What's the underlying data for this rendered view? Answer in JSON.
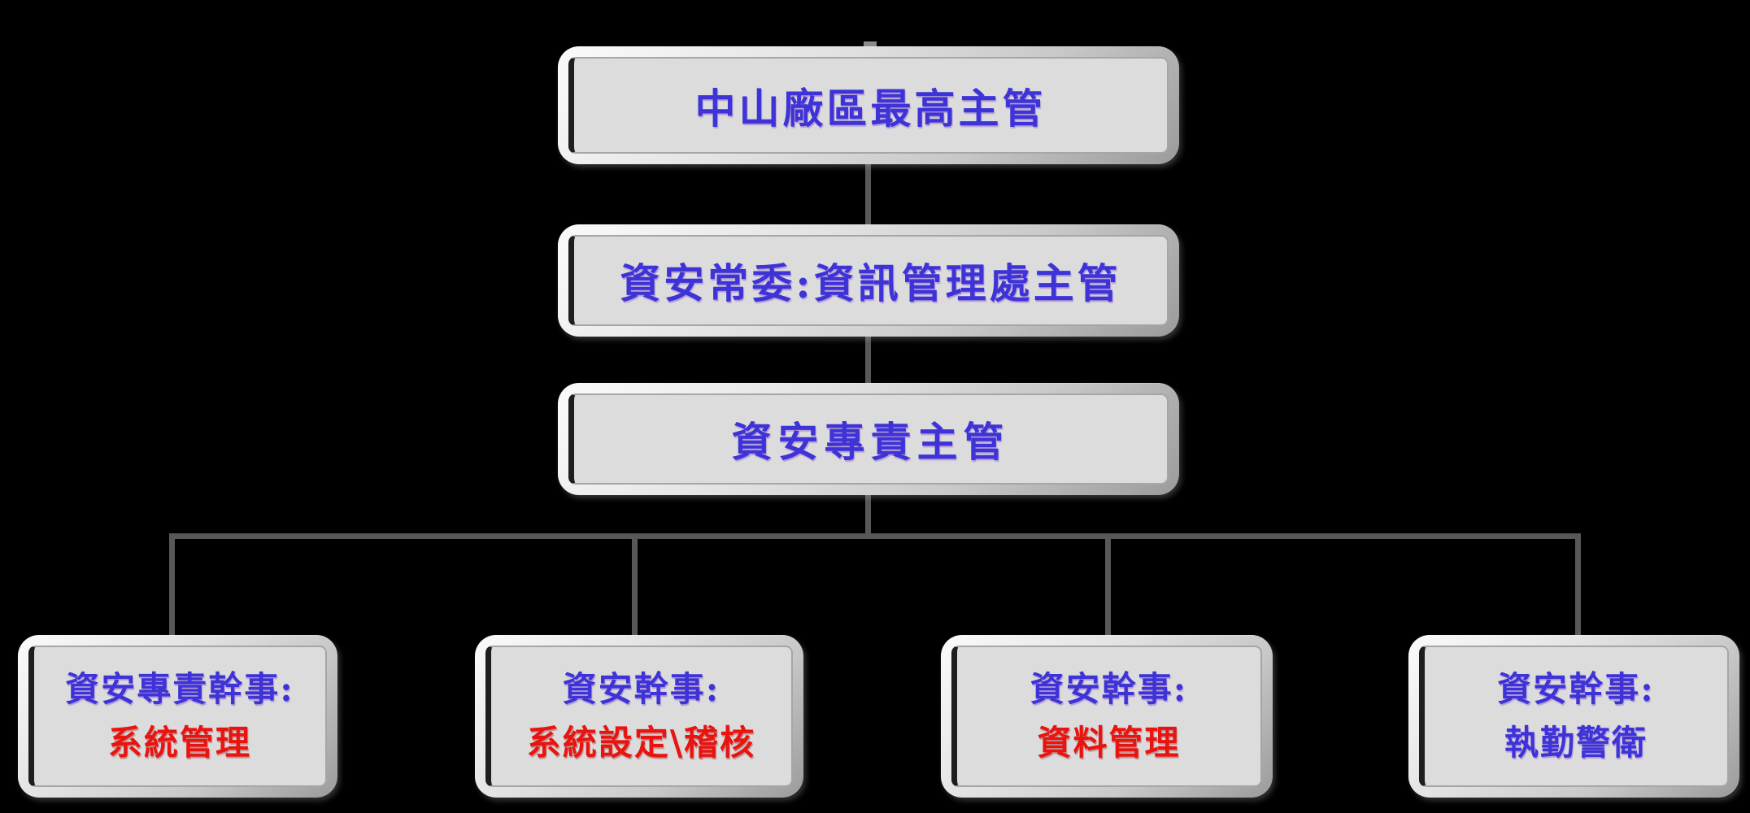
{
  "org": {
    "type": "org-hierarchy",
    "levels": [
      {
        "label": "中山廠區最高主管"
      },
      {
        "label": "資安常委:資訊管理處主管"
      },
      {
        "label": "資安專責主管"
      }
    ],
    "branches": [
      {
        "role": "資安專責幹事:",
        "role_color": "blue",
        "duty": "系統管理",
        "duty_color": "red"
      },
      {
        "role": "資安幹事:",
        "role_color": "blue",
        "duty": "系統設定\\稽核",
        "duty_color": "red"
      },
      {
        "role": "資安幹事:",
        "role_color": "blue",
        "duty": "資料管理",
        "duty_color": "red"
      },
      {
        "role": "資安幹事:",
        "role_color": "blue",
        "duty": "執勤警衛",
        "duty_color": "blue"
      }
    ],
    "colors": {
      "text_blue": "#3d33d6",
      "text_red": "#e81410",
      "box_fill": "#dcdcdc",
      "box_bevel_light": "#fbfbfb",
      "box_bevel_dark": "#9b9b9b",
      "inner_accent_dark": "#1e1e1e",
      "connector_gray": "#58585a",
      "background": "#000000"
    }
  }
}
